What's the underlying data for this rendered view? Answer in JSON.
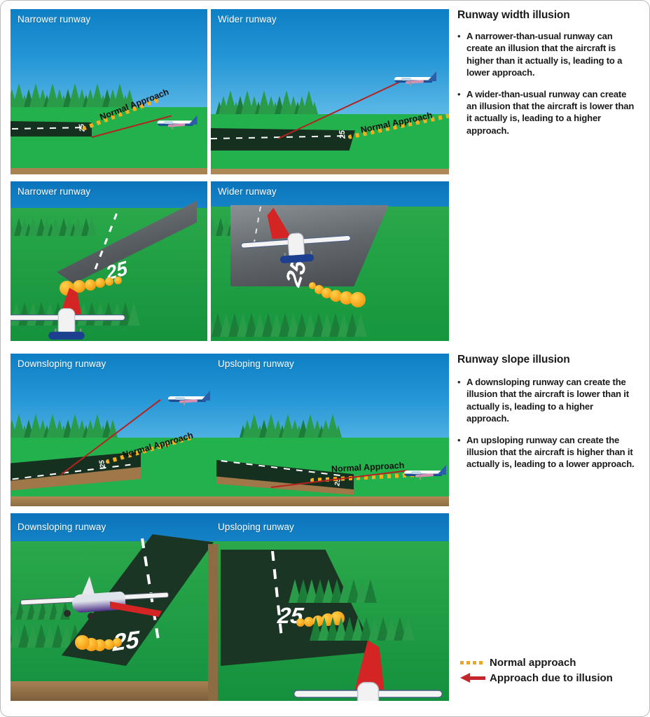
{
  "document": {
    "title": "Runway illusions illustration"
  },
  "panels": [
    {
      "id": "p1",
      "label": "Narrower runway",
      "approach_label": "Normal Approach",
      "runway_number": "25"
    },
    {
      "id": "p2",
      "label": "Wider runway",
      "approach_label": "Normal Approach",
      "runway_number": "25"
    },
    {
      "id": "p3",
      "label": "Narrower runway",
      "runway_number": "25"
    },
    {
      "id": "p4",
      "label": "Wider runway",
      "runway_number": "25"
    },
    {
      "id": "p5",
      "label": "Downsloping runway",
      "approach_label": "Normal Approach",
      "runway_number": "25"
    },
    {
      "id": "p6",
      "label": "Upsloping runway",
      "approach_label": "Normal Approach",
      "runway_number": "25"
    },
    {
      "id": "p7",
      "label": "Downsloping runway",
      "runway_number": "25"
    },
    {
      "id": "p8",
      "label": "Upsloping runway",
      "runway_number": "25"
    }
  ],
  "sections": [
    {
      "title": "Runway width illusion",
      "bullets": [
        "A narrower-than-usual runway can create an illusion that the aircraft is higher than it actually is, leading to a lower approach.",
        "A wider-than-usual runway can create an illusion that the aircraft is lower than it actually is, leading to a higher approach."
      ]
    },
    {
      "title": "Runway slope illusion",
      "bullets": [
        "A downsloping runway can create the illusion that the aircraft is lower than it actually is, leading to a higher approach.",
        "An upsloping runway can create the illusion that the aircraft is higher than it actually is, leading to a lower approach."
      ]
    }
  ],
  "legend": {
    "items": [
      {
        "label": "Normal approach",
        "icon": "dotted-line-icon",
        "color": "#e8a72a"
      },
      {
        "label": "Approach due to illusion",
        "icon": "red-arrow-icon",
        "color": "#c1272d"
      }
    ]
  },
  "bullet_marker": "•",
  "colors": {
    "sky_top": "#0e7fc4",
    "sky_bottom": "#a8dcf3",
    "grass": "#21b04a",
    "runway": "#16301f",
    "normal_approach": "#e8a72a",
    "illusion": "#c1272d",
    "label_text": "#ffffff",
    "body_text": "#1a1a1a",
    "border": "#b9bcbe"
  }
}
